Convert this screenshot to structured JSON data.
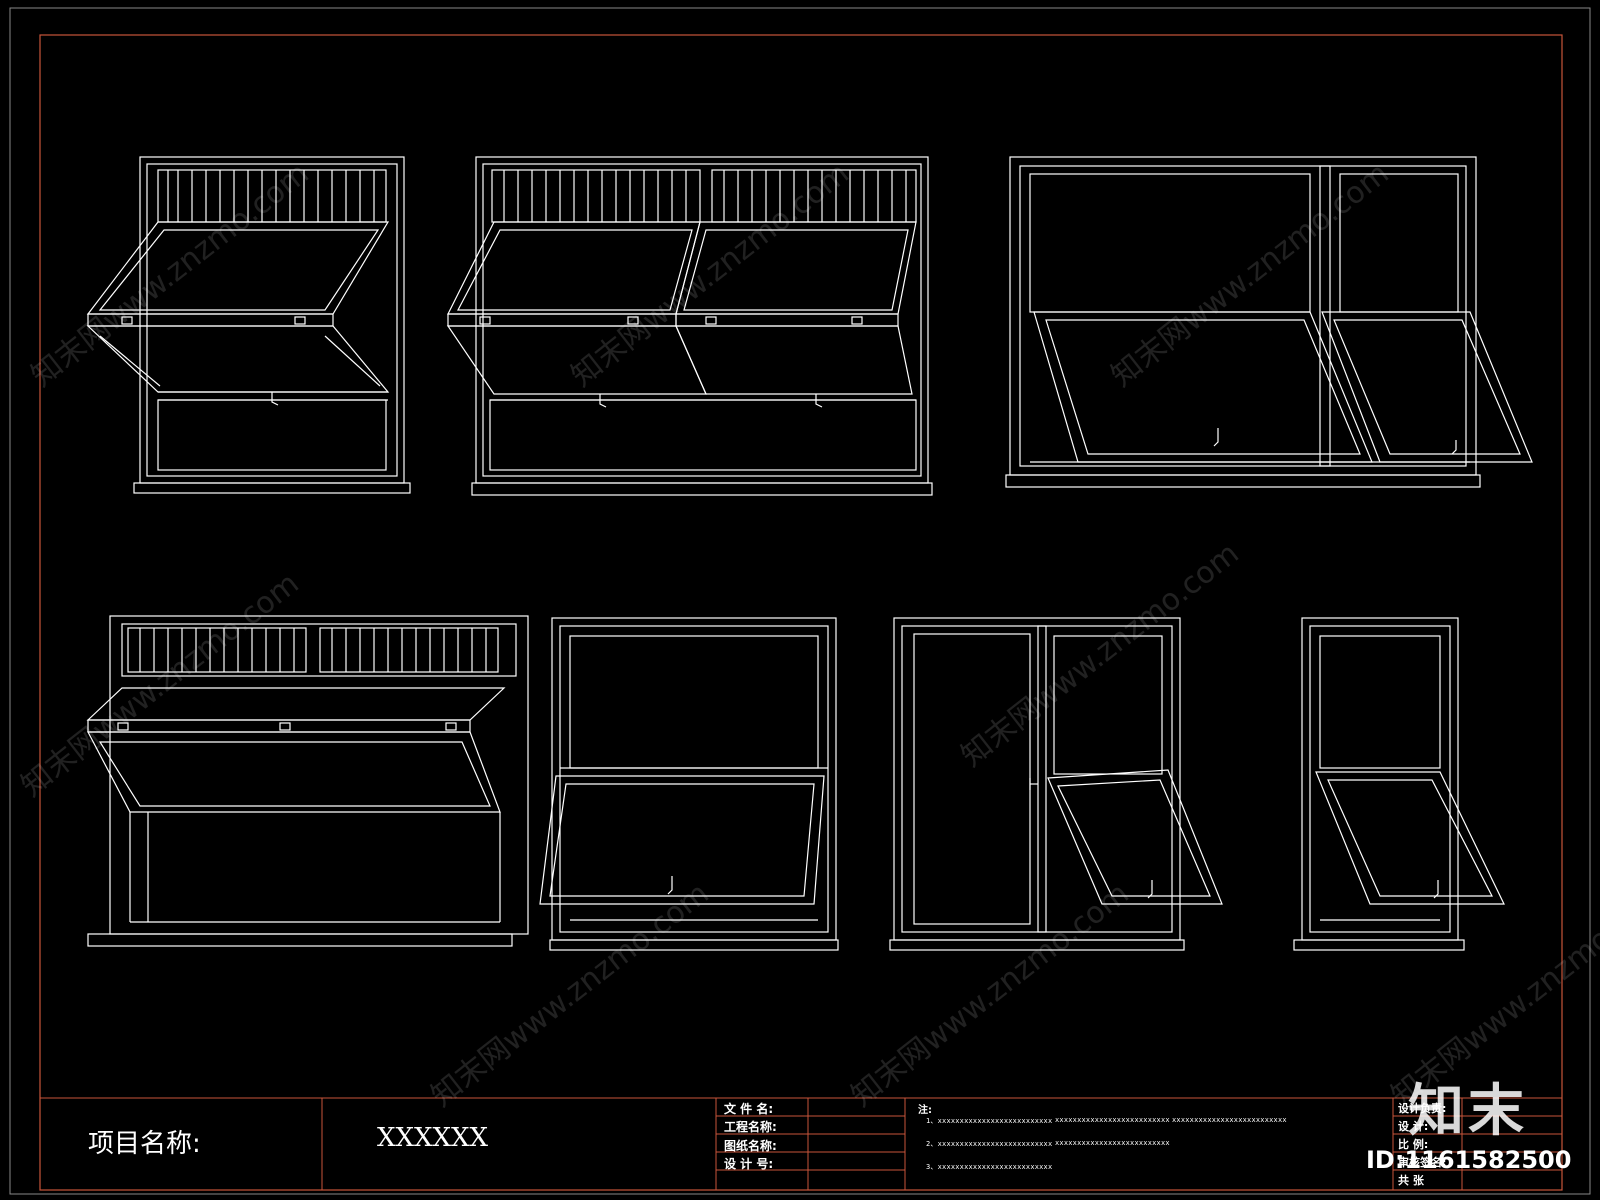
{
  "title_block": {
    "project_label": "项目名称:",
    "project_value": "XXXXXX",
    "file_name_label": "文 件 名:",
    "project_name_label": "工程名称:",
    "drawing_name_label": "图纸名称:",
    "design_no_label": "设 计 号:",
    "notes_label": "注:",
    "notes": [
      [
        "1、xxxxxxxxxxxxxxxxxxxxxxxxxx",
        "xxxxxxxxxxxxxxxxxxxxxxxxxx",
        "xxxxxxxxxxxxxxxxxxxxxxxxxx"
      ],
      [
        "2、xxxxxxxxxxxxxxxxxxxxxxxxxx",
        "xxxxxxxxxxxxxxxxxxxxxxxxxx"
      ],
      [
        "3、xxxxxxxxxxxxxxxxxxxxxxxxxx"
      ]
    ],
    "right_labels": [
      "设计负责:",
      "设    计:",
      "比    例:",
      "审核签名:",
      "共    张"
    ]
  },
  "watermark": {
    "text": "知末网www.znzmo.com",
    "logo": "知末",
    "id_text": "ID:1161582500"
  },
  "colors": {
    "frame_red": "#c8553a",
    "line": "#ffffff",
    "background": "#000000"
  }
}
